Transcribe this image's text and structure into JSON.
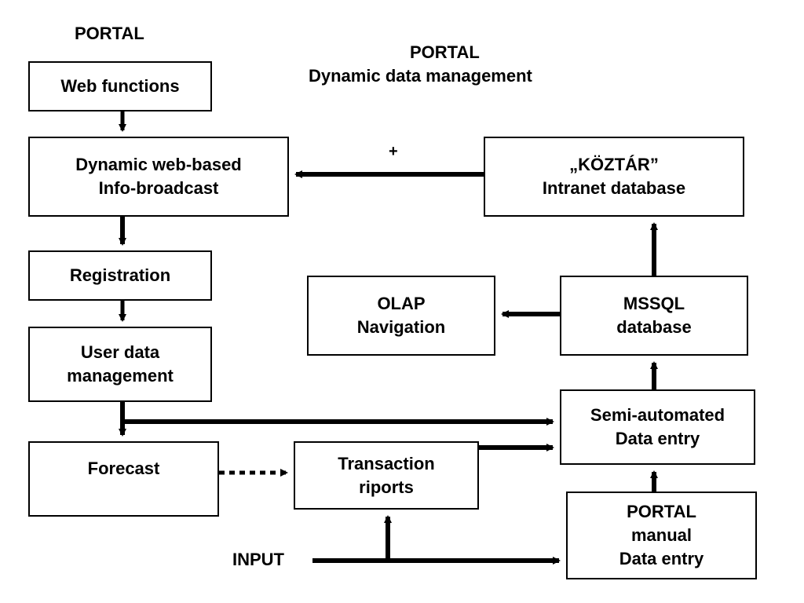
{
  "labels": {
    "portal_left": "PORTAL",
    "title_line1": "PORTAL",
    "title_line2": "Dynamic data management",
    "plus": "+",
    "input": "INPUT"
  },
  "boxes": {
    "web_functions": [
      "Web functions"
    ],
    "dynamic_web": [
      "Dynamic web-based",
      "Info-broadcast"
    ],
    "koztar": [
      "„KÖZTÁR”",
      "Intranet database"
    ],
    "registration": [
      "Registration"
    ],
    "olap": [
      "OLAP",
      "Navigation"
    ],
    "mssql": [
      "MSSQL",
      "database"
    ],
    "user_data": [
      "User data",
      "management"
    ],
    "semi_auto": [
      "Semi-automated",
      "Data entry"
    ],
    "forecast": [
      "Forecast"
    ],
    "transaction": [
      "Transaction",
      "riports"
    ],
    "portal_manual": [
      "PORTAL",
      "manual",
      "Data entry"
    ]
  }
}
